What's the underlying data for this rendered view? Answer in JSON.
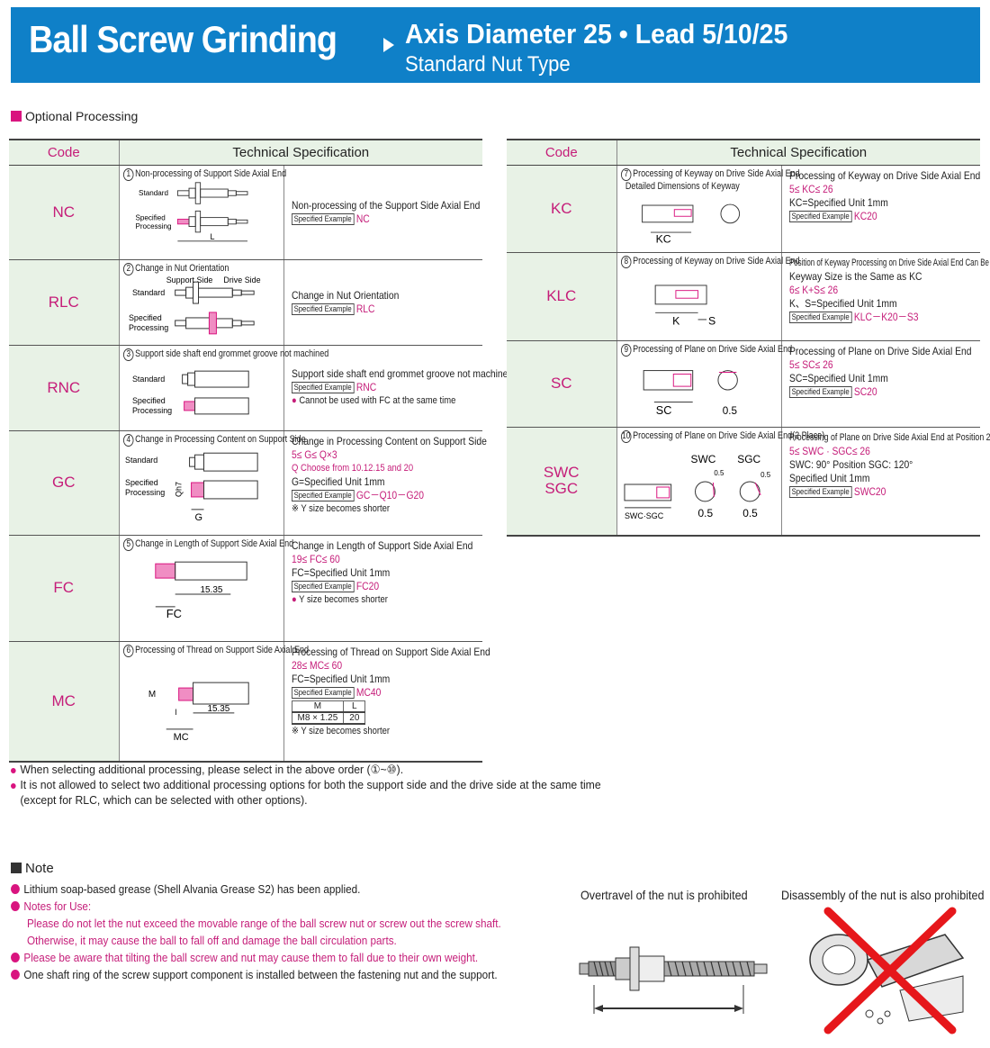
{
  "header": {
    "main_title": "Ball Screw Grinding",
    "subtitle1": "Axis Diameter 25 • Lead 5/10/25",
    "subtitle2": "Standard Nut Type"
  },
  "section_title": "Optional Processing",
  "columns": {
    "code": "Code",
    "spec": "Technical Specification"
  },
  "left_rows": [
    {
      "code": "NC",
      "num": "1",
      "img_title": "Non-processing of Support Side Axial End",
      "labels": [
        "Standard",
        "Specified",
        "Processing",
        "L"
      ],
      "spec": [
        "Non-processing of the Support Side Axial End"
      ],
      "example": "NC"
    },
    {
      "code": "RLC",
      "num": "2",
      "img_title": "Change in Nut Orientation",
      "labels": [
        "Support Side",
        "Drive Side",
        "Standard",
        "Specified",
        "Processing"
      ],
      "spec": [
        "Change in Nut Orientation"
      ],
      "example": "RLC"
    },
    {
      "code": "RNC",
      "num": "3",
      "img_title": "Support side shaft end grommet groove not machined",
      "labels": [
        "Standard",
        "Specified",
        "Processing"
      ],
      "spec": [
        "Support side shaft end grommet groove not machined"
      ],
      "example": "RNC",
      "bullet": "Cannot be used with FC at the same time"
    },
    {
      "code": "GC",
      "num": "4",
      "img_title": "Change in Processing Content on Support Side",
      "labels": [
        "Standard",
        "Specified",
        "Processing",
        "Qh7",
        "G"
      ],
      "spec": [
        "Change in Processing Content on Support Side",
        "5≤ G≤ Q×3",
        "Q Choose from 10.12.15 and 20",
        "G=Specified Unit 1mm"
      ],
      "example": "GC－Q10－G20",
      "note": "※ Y size becomes shorter"
    },
    {
      "code": "FC",
      "num": "5",
      "img_title": "Change in Length of Support Side Axial End",
      "labels": [
        "15.35",
        "FC"
      ],
      "spec": [
        "Change in Length of Support Side Axial End",
        "19≤ FC≤ 60",
        "FC=Specified Unit 1mm"
      ],
      "example": "FC20",
      "bullet": "Y size becomes shorter"
    },
    {
      "code": "MC",
      "num": "6",
      "img_title": "Processing of Thread on Support Side Axial End",
      "labels": [
        "M",
        "l",
        "15.35",
        "MC"
      ],
      "spec": [
        "Processing of Thread on Support Side Axial End",
        "28≤ MC≤ 60",
        "FC=Specified Unit 1mm"
      ],
      "example": "MC40",
      "size_table": {
        "head": [
          "M",
          "L"
        ],
        "row": [
          "M8 × 1.25",
          "20"
        ]
      },
      "note": "※ Y size becomes shorter"
    }
  ],
  "right_rows": [
    {
      "code": "KC",
      "num": "7",
      "img_title": "Processing of Keyway on Drive Side Axial End",
      "img_title2": "Detailed Dimensions of Keyway",
      "labels": [
        "KC"
      ],
      "spec": [
        "Processing of Keyway on Drive Side Axial End",
        "5≤ KC≤ 26",
        "KC=Specified Unit 1mm"
      ],
      "example": "KC20"
    },
    {
      "code": "KLC",
      "num": "8",
      "img_title": "Processing of Keyway on Drive Side Axial End",
      "labels": [
        "K",
        "S"
      ],
      "spec": [
        "Position of Keyway Processing on Drive Side Axial End Can Be Specified",
        "Keyway Size is the Same as KC",
        "6≤ K+S≤ 26",
        "K、S=Specified Unit 1mm"
      ],
      "example": "KLC－K20－S3"
    },
    {
      "code": "SC",
      "num": "9",
      "img_title": "Processing of Plane on Drive Side Axial End",
      "labels": [
        "SC",
        "0.5"
      ],
      "spec": [
        "Processing of Plane on Drive Side Axial End",
        "5≤ SC≤ 26",
        "SC=Specified Unit 1mm"
      ],
      "example": "SC20"
    },
    {
      "code": "SWC\nSGC",
      "num": "10",
      "img_title": "Processing of Plane on Drive Side Axial End(2 Place)",
      "labels": [
        "SWC",
        "SGC",
        "SWC·SGC",
        "0.5",
        "0.5",
        "0.5",
        "0.5"
      ],
      "spec": [
        "Processing of Plane on Drive Side Axial End at Position 2",
        "5≤ SWC · SGC≤ 26",
        "SWC: 90° Position SGC: 120°",
        "Specified Unit 1mm"
      ],
      "example": "SWC20"
    }
  ],
  "example_label": "Specified Example",
  "footnotes": [
    "When selecting additional processing, please select in the above order (①~⑩).",
    "It is not allowed to select two additional processing options for both the support side and the drive side at the same time",
    "(except for RLC, which can be selected with other options)."
  ],
  "note_title": "Note",
  "notes": {
    "n1": "Lithium soap-based grease (Shell Alvania Grease S2) has been applied.",
    "n2_title": "Notes for Use:",
    "n2_l1": "Please do not let the nut exceed the movable range of the ball screw nut or screw out the screw shaft.",
    "n2_l2": "Otherwise, it may cause the ball to fall off and damage the ball circulation parts.",
    "n3": "Please be aware that tilting the ball screw and nut may cause them to fall due to their own weight.",
    "n4": "One shaft ring of the screw support component is installed between the fastening nut and the support."
  },
  "captions": {
    "overtravel": "Overtravel of the nut is prohibited",
    "disassembly": "Disassembly of the nut is also prohibited"
  },
  "colors": {
    "header_blue": "#0f80c8",
    "accent_pink": "#d9147f",
    "code_pink": "#c51d79",
    "cell_green": "#e8f2e6"
  }
}
